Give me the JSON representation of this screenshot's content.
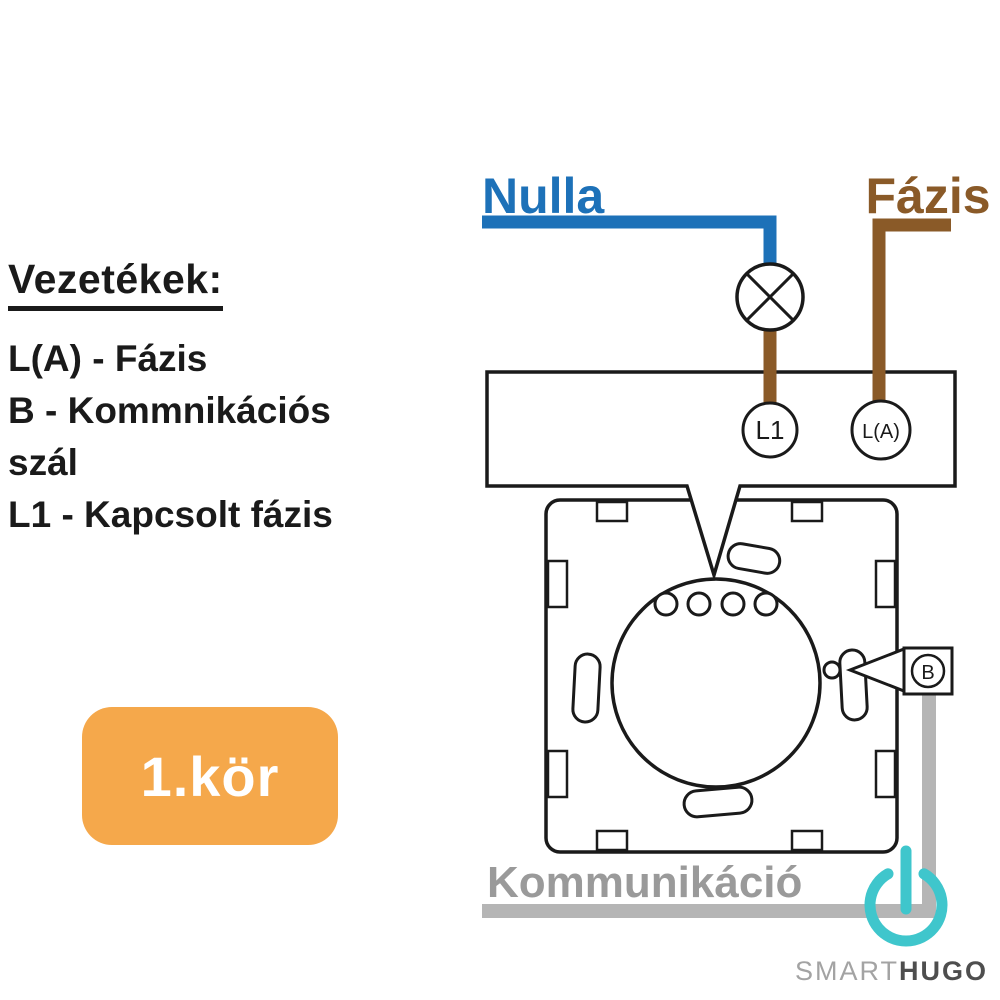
{
  "diagram": {
    "nulla_label": "Nulla",
    "fazis_label": "Fázis",
    "kommunikacio_label": "Kommunikáció",
    "terminal_l1": "L1",
    "terminal_la": "L(A)",
    "terminal_b": "B"
  },
  "legend": {
    "title": "Vezetékek:",
    "lines": [
      "L(A) - Fázis",
      "B - Kommnikációs",
      "szál",
      "L1 - Kapcsolt fázis"
    ]
  },
  "badge": {
    "label": "1.kör"
  },
  "logo": {
    "smart": "SMART",
    "hugo": "HUGO"
  },
  "colors": {
    "nulla_blue": "#1d71b8",
    "fazis_brown": "#8a5a28",
    "wire_gray": "#b5b5b5",
    "label_gray": "#9a9a9a",
    "badge_orange": "#f5a84b",
    "logo_teal": "#3fc6cc",
    "ink": "#1a1a1a"
  }
}
